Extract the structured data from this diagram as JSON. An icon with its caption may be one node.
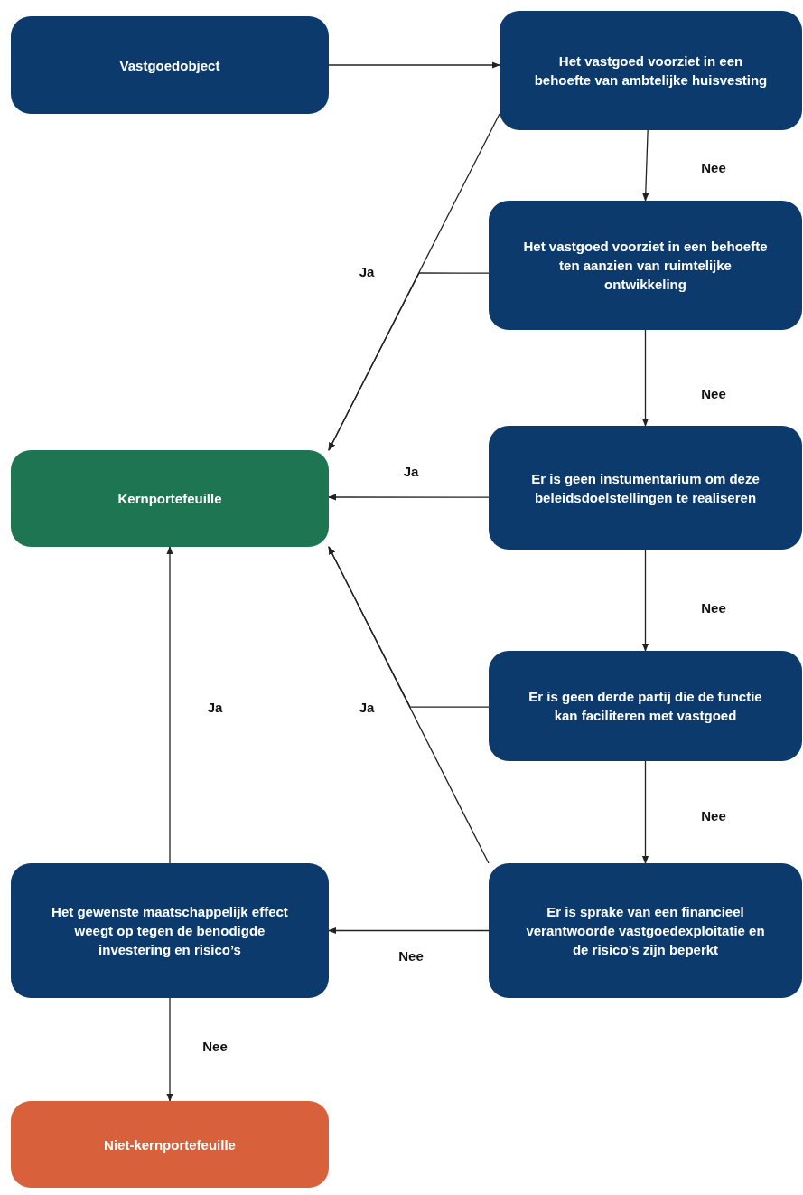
{
  "diagram": {
    "nodes": [
      {
        "text": [
          "Vastgoedobject"
        ]
      },
      {
        "text": [
          "Het vastgoed voorziet in een behoefte van ambtelijke huisvesting"
        ]
      },
      {
        "text": [
          "Het vastgoed voorziet in een behoefte ten aanzien van ruimtelijke ontwikkeling"
        ]
      },
      {
        "text": [
          "Er is geen instumentarium om deze beleidsdoelstellingen te realiseren"
        ]
      },
      {
        "text": [
          "Er is geen derde partij die de functie kan faciliteren met vastgoed"
        ]
      },
      {
        "text": [
          "Er is sprake van een financieel verantwoorde vastgoedexploitatie en de risico’s zijn beperkt"
        ]
      },
      {
        "text": [
          "Kernportefeuille"
        ]
      },
      {
        "text": [
          "Het gewenste maatschappelijk effect weegt op tegen de benodigde investering en risico’s"
        ]
      },
      {
        "text": [
          "Niet-kernportefeuille"
        ]
      }
    ],
    "edges": [
      {
        "from": 0,
        "to": 1,
        "arrow": "to"
      },
      {
        "from": 1,
        "to": 2,
        "arrow": "to",
        "label": "Nee"
      },
      {
        "from": 2,
        "to": 3,
        "arrow": "to",
        "label": "Nee"
      },
      {
        "from": 3,
        "to": 4,
        "arrow": "to",
        "label": "Nee"
      },
      {
        "from": 4,
        "to": 5,
        "arrow": "to",
        "label": "Nee"
      },
      {
        "from": 5,
        "to": 7,
        "arrow": "to",
        "label": "Nee"
      },
      {
        "from": 7,
        "to": 8,
        "arrow": "to",
        "label": "Nee"
      },
      {
        "from": 7,
        "to": 6,
        "arrow": "to",
        "label": "Ja"
      },
      {
        "from": 3,
        "to": 6,
        "arrow": "to",
        "label": "Ja"
      },
      {
        "from": 1,
        "to": 6,
        "arrow": "to"
      },
      {
        "from": 2,
        "to": 6,
        "arrow": "to",
        "label": "Ja"
      },
      {
        "from": 5,
        "to": 6,
        "arrow": "to"
      },
      {
        "from": 4,
        "to": 6,
        "arrow": "to",
        "label": "Ja"
      }
    ]
  }
}
